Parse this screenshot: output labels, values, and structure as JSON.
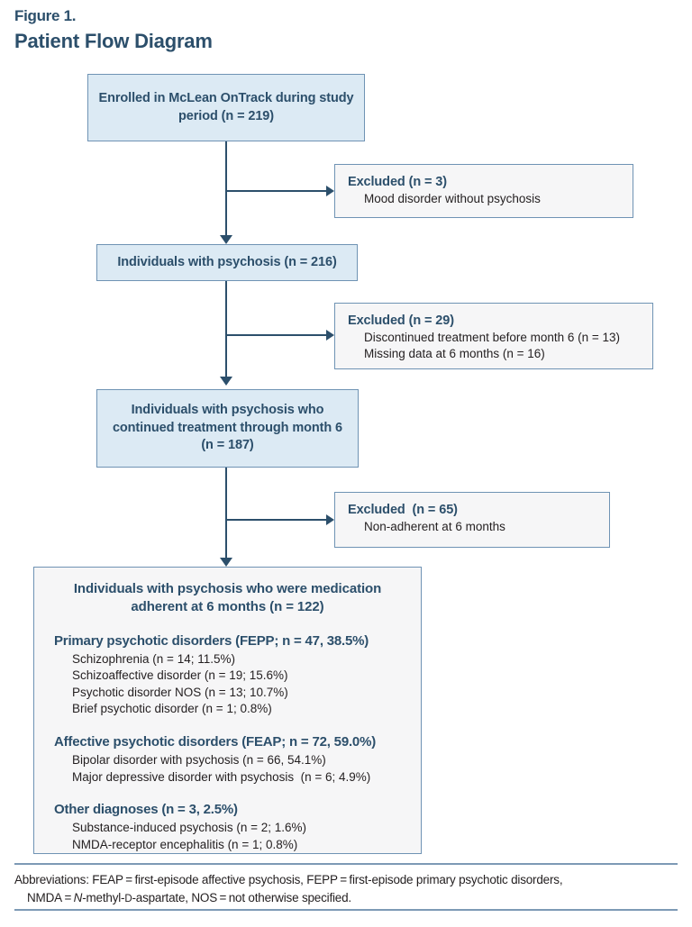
{
  "figure": {
    "label": "Figure 1.",
    "title": "Patient Flow Diagram"
  },
  "flow": {
    "nodes": [
      {
        "id": "enrolled",
        "text": "Enrolled in McLean OnTrack during study period (n = 219)",
        "n": 219,
        "style": "blue"
      },
      {
        "id": "with-psychosis",
        "text": "Individuals with psychosis (n = 216)",
        "n": 216,
        "style": "blue"
      },
      {
        "id": "continued-treatment",
        "text": "Individuals with psychosis who continued treatment through month 6 (n = 187)",
        "n": 187,
        "style": "blue"
      },
      {
        "id": "medication-adherent",
        "text": "Individuals with psychosis who were medication adherent at 6 months (n = 122)",
        "n": 122,
        "style": "blue"
      }
    ],
    "exclusions": [
      {
        "id": "excluded-1",
        "heading": "Excluded (n = 3)",
        "n": 3,
        "reasons": [
          "Mood disorder without psychosis"
        ]
      },
      {
        "id": "excluded-2",
        "heading": "Excluded (n = 29)",
        "n": 29,
        "reasons": [
          "Discontinued treatment before month 6 (n = 13)",
          "Missing data at 6 months (n = 16)"
        ]
      },
      {
        "id": "excluded-3",
        "heading": "Excluded  (n = 65)",
        "n": 65,
        "reasons": [
          "Non-adherent at 6 months"
        ]
      }
    ]
  },
  "diagnoses": {
    "title": "Individuals with psychosis who were medication adherent at 6 months (n = 122)",
    "groups": [
      {
        "heading": "Primary psychotic disorders (FEPP; n = 47, 38.5%)",
        "n": 47,
        "percent": 38.5,
        "items": [
          "Schizophrenia (n = 14; 11.5%)",
          "Schizoaffective disorder (n = 19; 15.6%)",
          "Psychotic disorder NOS (n = 13; 10.7%)",
          "Brief psychotic disorder (n = 1; 0.8%)"
        ]
      },
      {
        "heading": "Affective psychotic disorders (FEAP; n = 72, 59.0%)",
        "n": 72,
        "percent": 59.0,
        "items": [
          "Bipolar disorder with psychosis (n = 66, 54.1%)",
          "Major depressive disorder with psychosis  (n = 6; 4.9%)"
        ]
      },
      {
        "heading": "Other diagnoses (n = 3, 2.5%)",
        "n": 3,
        "percent": 2.5,
        "items": [
          "Substance-induced psychosis (n = 2; 1.6%)",
          "NMDA-receptor encephalitis (n = 1; 0.8%)"
        ]
      }
    ]
  },
  "footnote": {
    "line1": "Abbreviations: FEAP = first-episode affective psychosis, FEPP = first-episode primary psychotic disorders,",
    "line2_prefix": "NMDA = ",
    "line2_italic": "N",
    "line2_suffix": "-methyl-",
    "line2_smallcap": "D",
    "line2_end": "-aspartate, NOS = not otherwise specified."
  },
  "colors": {
    "box_fill_blue": "#dceaf4",
    "box_fill_gray": "#f6f6f7",
    "box_border": "#6f93b4",
    "heading_text": "#2c4f6b",
    "body_text": "#231f20",
    "connector": "#2c4f6b",
    "rule": "#7d9ab5"
  }
}
